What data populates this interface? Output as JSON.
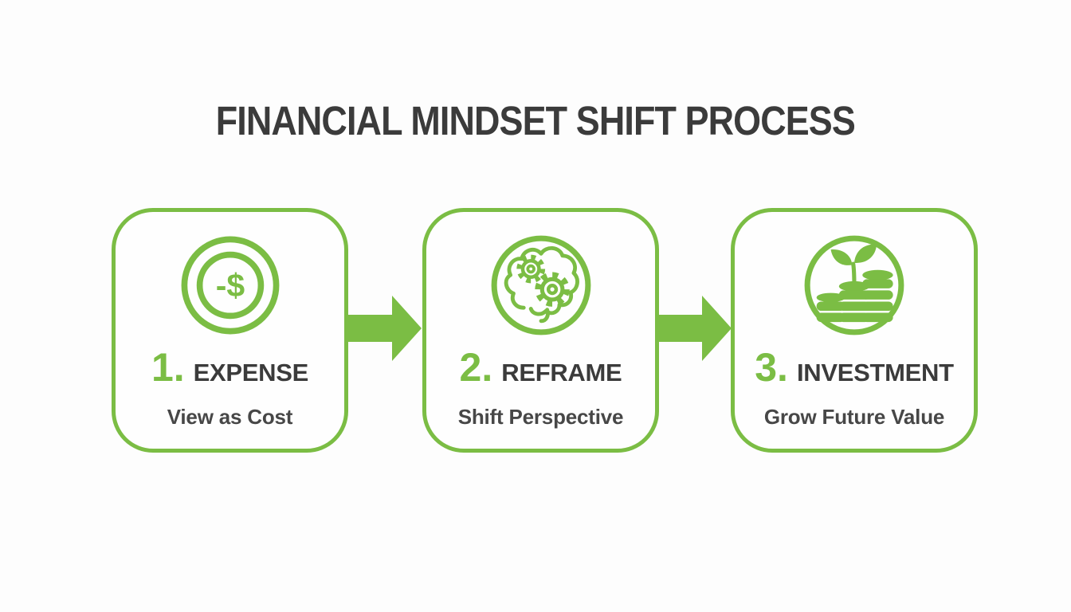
{
  "title": "FINANCIAL MINDSET SHIFT PROCESS",
  "colors": {
    "accent_green": "#7bbd44",
    "text_dark": "#3b3b3b",
    "subtitle_gray": "#474747",
    "background": "#fdfdfd"
  },
  "steps": [
    {
      "number": "1.",
      "label": "EXPENSE",
      "subtitle": "View as Cost",
      "icon": "minus-dollar-coin-icon",
      "icon_glyph": "-$"
    },
    {
      "number": "2.",
      "label": "REFRAME",
      "subtitle": "Shift Perspective",
      "icon": "brain-gears-icon"
    },
    {
      "number": "3.",
      "label": "INVESTMENT",
      "subtitle": "Grow Future Value",
      "icon": "coins-sprout-icon"
    }
  ],
  "connectors": [
    {
      "icon": "arrow-right-icon"
    },
    {
      "icon": "arrow-right-icon"
    }
  ]
}
